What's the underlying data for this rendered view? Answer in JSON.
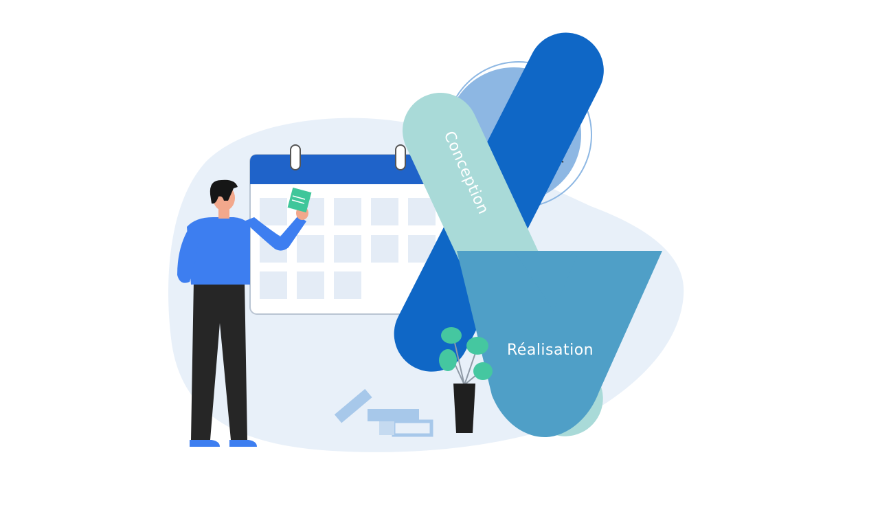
{
  "diagram": {
    "phases": {
      "conception": "Conception",
      "realisation": "Réalisation",
      "validation": "Validation"
    }
  },
  "colors": {
    "background_blob": "#e8f0f9",
    "calendar_header": "#1f63c9",
    "calendar_body": "#ffffff",
    "calendar_cell": "#e4ecf6",
    "clock_face": "#8db7e3",
    "conception_band": "#a9dad8",
    "realisation_band": "#4f9fc7",
    "validation_band": "#0f67c6",
    "person_shirt": "#3d7ef0",
    "person_pants": "#262626",
    "plant_leaf": "#45c7a0",
    "pot": "#1f1f1f"
  }
}
